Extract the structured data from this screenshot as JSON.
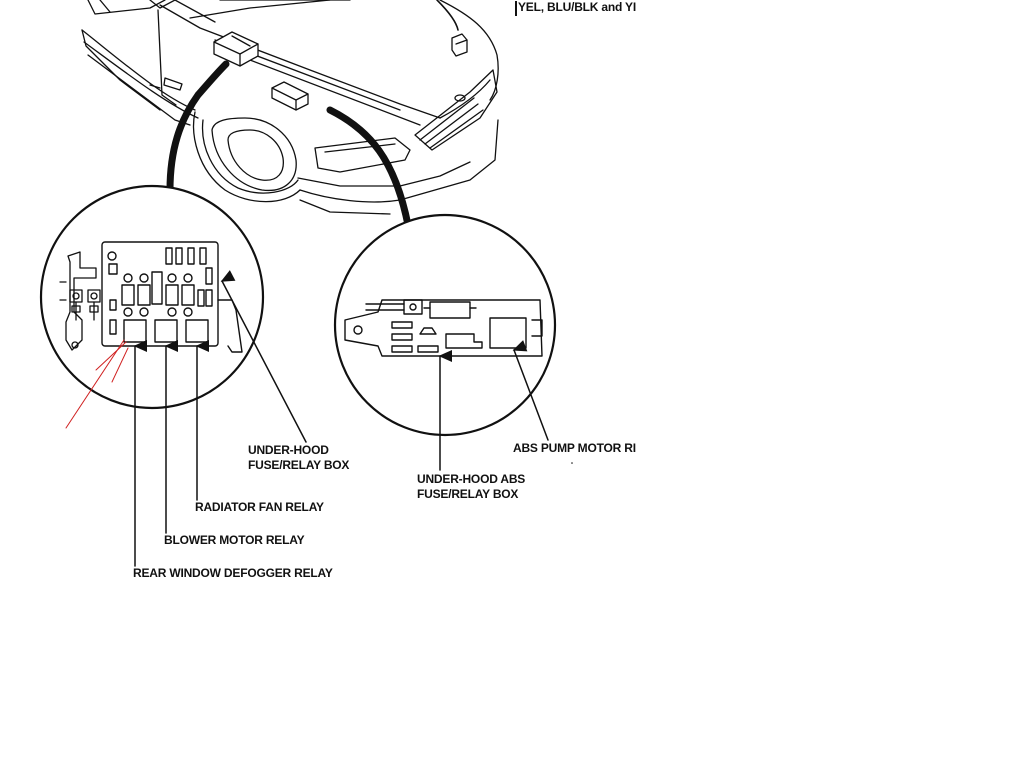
{
  "colors": {
    "ink": "#111111",
    "annotation": "#d02020",
    "background": "#ffffff"
  },
  "labels": {
    "wire_colors": "YEL, BLU/BLK and YI",
    "underhood_fuse_relay_box": [
      "UNDER-HOOD",
      "FUSE/RELAY BOX"
    ],
    "radiator_fan_relay": "RADIATOR FAN RELAY",
    "blower_motor_relay": "BLOWER MOTOR RELAY",
    "rear_window_defogger_relay": "REAR WINDOW DEFOGGER RELAY",
    "underhood_abs_fuse_relay_box": [
      "UNDER-HOOD ABS",
      "FUSE/RELAY BOX"
    ],
    "abs_pump_motor_relay": "ABS PUMP MOTOR RI"
  }
}
